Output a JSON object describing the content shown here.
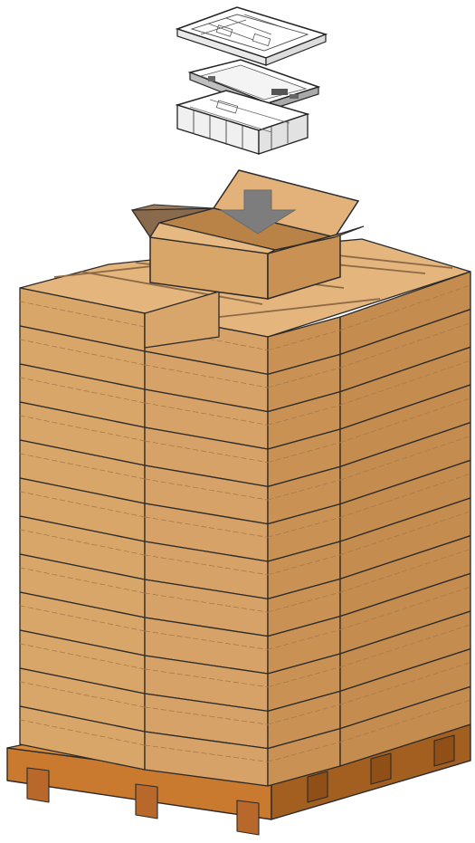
{
  "scene": {
    "components": [
      "tray-top",
      "circuit-board",
      "tray-bottom"
    ],
    "pallet_stack": {
      "layers": 12,
      "columns_front": 2,
      "columns_side": 2,
      "open_box_on_top": true
    },
    "colors": {
      "box_front": "#d9a66a",
      "box_side": "#c99254",
      "box_top": "#e4b57d",
      "box_inner": "#b98247",
      "box_flap_dark": "#8a6a4c",
      "pallet": "#c97a2e",
      "pallet_dark": "#a35f1f",
      "arrow": "#7d7d7d",
      "outline": "#2a2a2a"
    }
  }
}
